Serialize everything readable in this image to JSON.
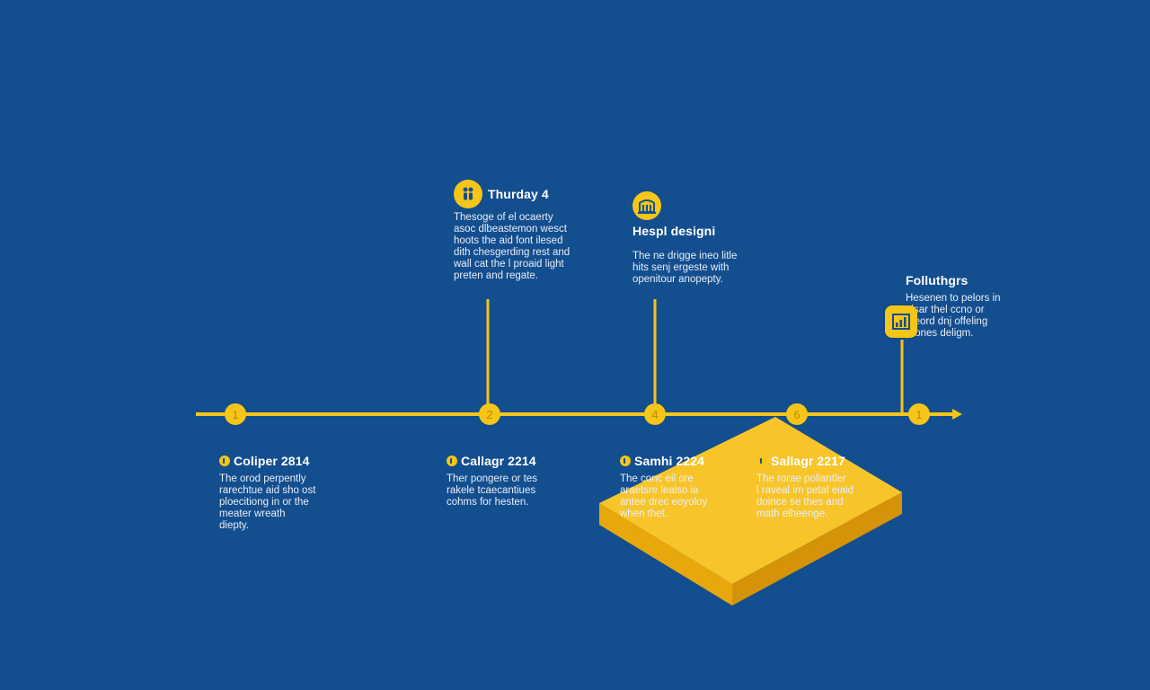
{
  "colors": {
    "background": "#134e8f",
    "accent": "#f5c518",
    "accent_dark": "#e0a400",
    "text": "#ffffff"
  },
  "timeline": {
    "markers": [
      "1",
      "2",
      "4",
      "6",
      "1"
    ]
  },
  "upper_events": [
    {
      "icon": "people-icon",
      "title": "Thurday 4",
      "description": "Thesoge of el ocaerty\nasoc dlbeastemon wesct\nhoots the aid font ilesed\ndith chesgerding rest and\nwall cat the l proaid light\npreten and regate."
    },
    {
      "icon": "building-icon",
      "title": "Hespl designi",
      "description": "The ne drigge ineo litle\nhits senj ergeste with\nopenitour anopepty."
    },
    {
      "icon": "bar-chart-icon",
      "title": "Folluthgrs",
      "description": "Hesenen to pelors in\nalsar thel ccno or\ntheord dnj offeling\nprones deligm."
    }
  ],
  "lower_events": [
    {
      "title": "Coliper 2814",
      "description": "The orod perpently\nrarechtue aid sho ost\nploecitiong in or the\nmeater wreath\ndiepty."
    },
    {
      "title": "Callagr 2214",
      "description": "Ther pongere or tes\nrakele tcaecantiues\ncohms for hesten."
    },
    {
      "title": "Samhi 2224",
      "description": "The conc eil ore\naraetsre lealso ia\nantee drec eoyoloy\nwhen thet."
    },
    {
      "title": "Sallagr 2217",
      "description": "The rorae pollantler\nl raveal im petal eiaid\ndoince se thes and\nmath elheenge."
    }
  ]
}
